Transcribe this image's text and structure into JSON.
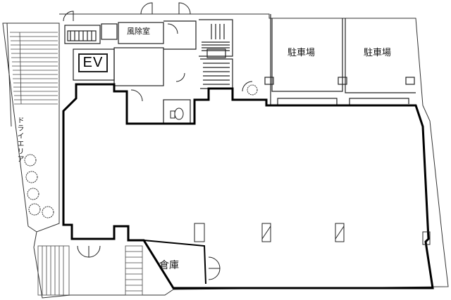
{
  "plan": {
    "rooms": {
      "ev": "EV",
      "vestibule": "風除室",
      "parking_1": "駐車場",
      "parking_2": "駐車場",
      "storage": "倉庫",
      "dry_area": "ドライエリア"
    },
    "colors": {
      "wall": "#000000",
      "line": "#222222",
      "background": "#ffffff"
    }
  }
}
